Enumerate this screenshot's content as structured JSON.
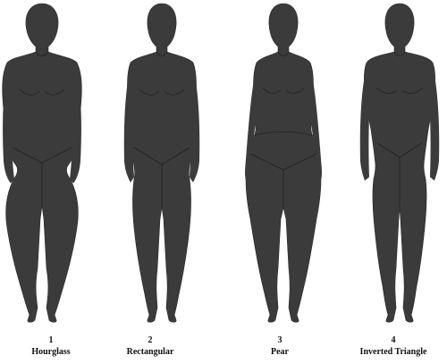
{
  "figures": [
    {
      "number": "1",
      "label": "Hourglass"
    },
    {
      "number": "2",
      "label": "Rectangular"
    },
    {
      "number": "3",
      "label": "Pear"
    },
    {
      "number": "4",
      "label": "Inverted Triangle"
    }
  ],
  "colors": {
    "silhouette": "#3c3b3b",
    "outline": "#2a2929",
    "background": "#ffffff"
  }
}
